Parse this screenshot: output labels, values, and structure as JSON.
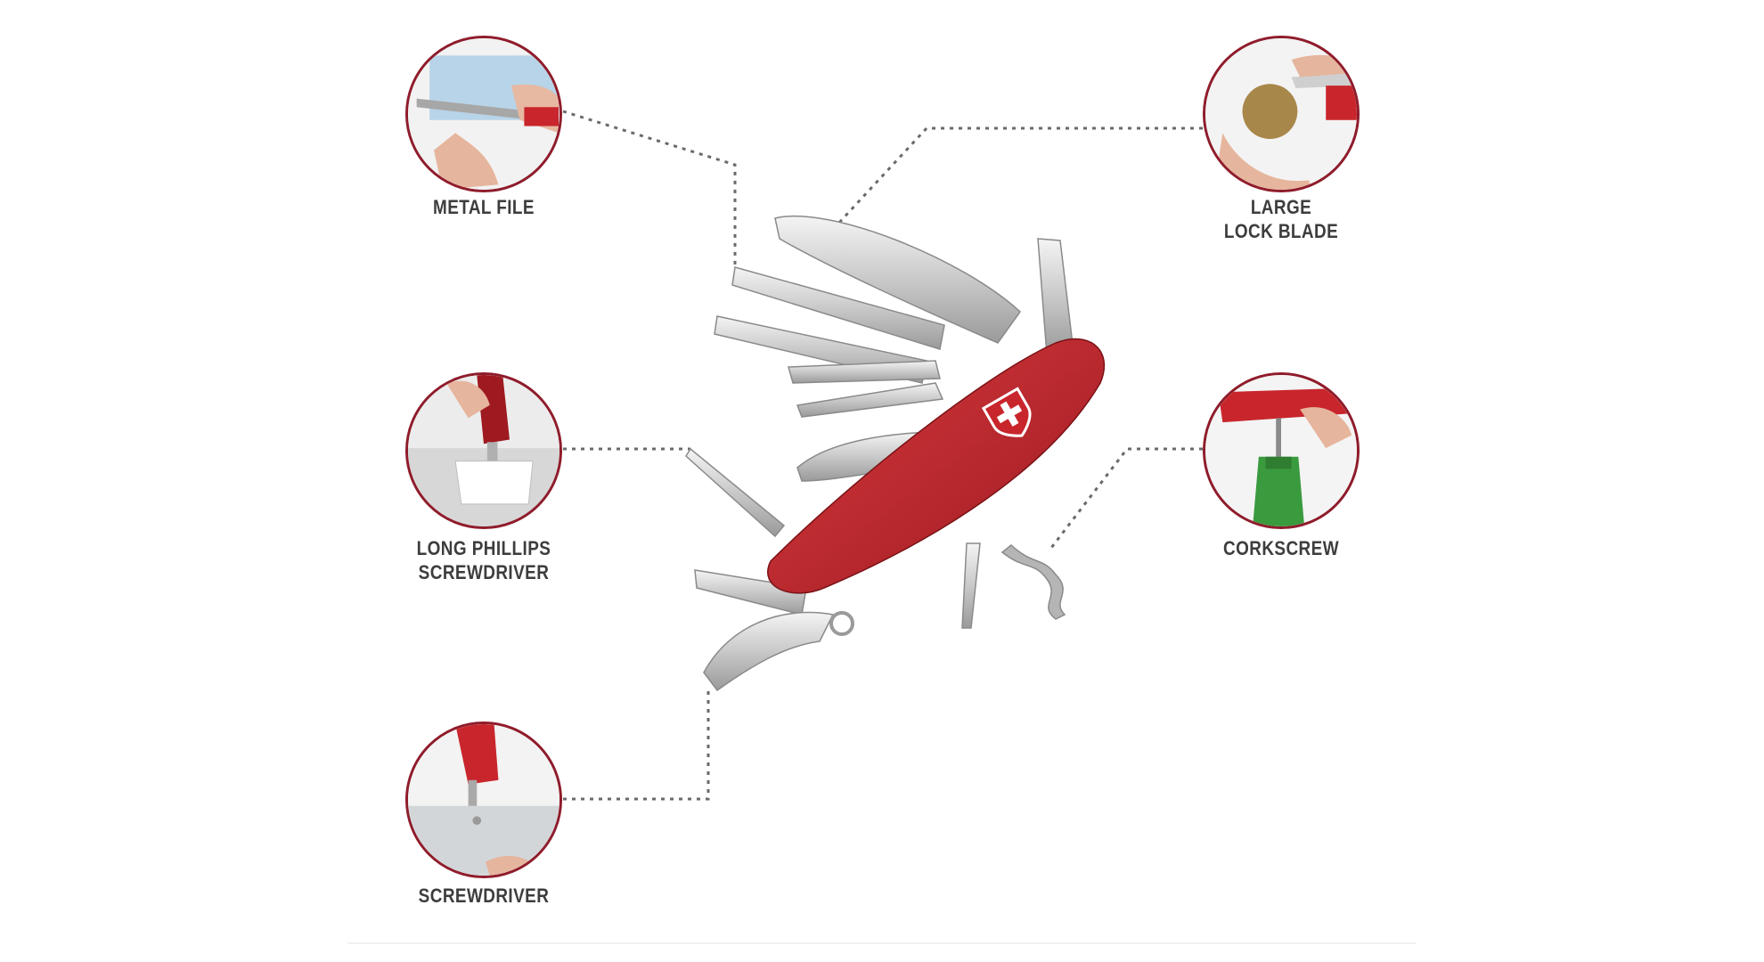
{
  "diagram": {
    "accent_color": "#8f1c2b",
    "knife_color": "#c8262c",
    "callouts": [
      {
        "id": "metal-file",
        "lines": [
          "METAL FILE"
        ],
        "icon": "metal-file-photo"
      },
      {
        "id": "long-phillips-screwdriver",
        "lines": [
          "LONG PHILLIPS",
          "SCREWDRIVER"
        ],
        "icon": "phillips-screwdriver-photo"
      },
      {
        "id": "screwdriver",
        "lines": [
          "SCREWDRIVER"
        ],
        "icon": "screwdriver-photo"
      },
      {
        "id": "large-lock-blade",
        "lines": [
          "LARGE",
          "LOCK BLADE"
        ],
        "icon": "lock-blade-photo"
      },
      {
        "id": "corkscrew",
        "lines": [
          "CORKSCREW"
        ],
        "icon": "corkscrew-photo"
      }
    ]
  }
}
